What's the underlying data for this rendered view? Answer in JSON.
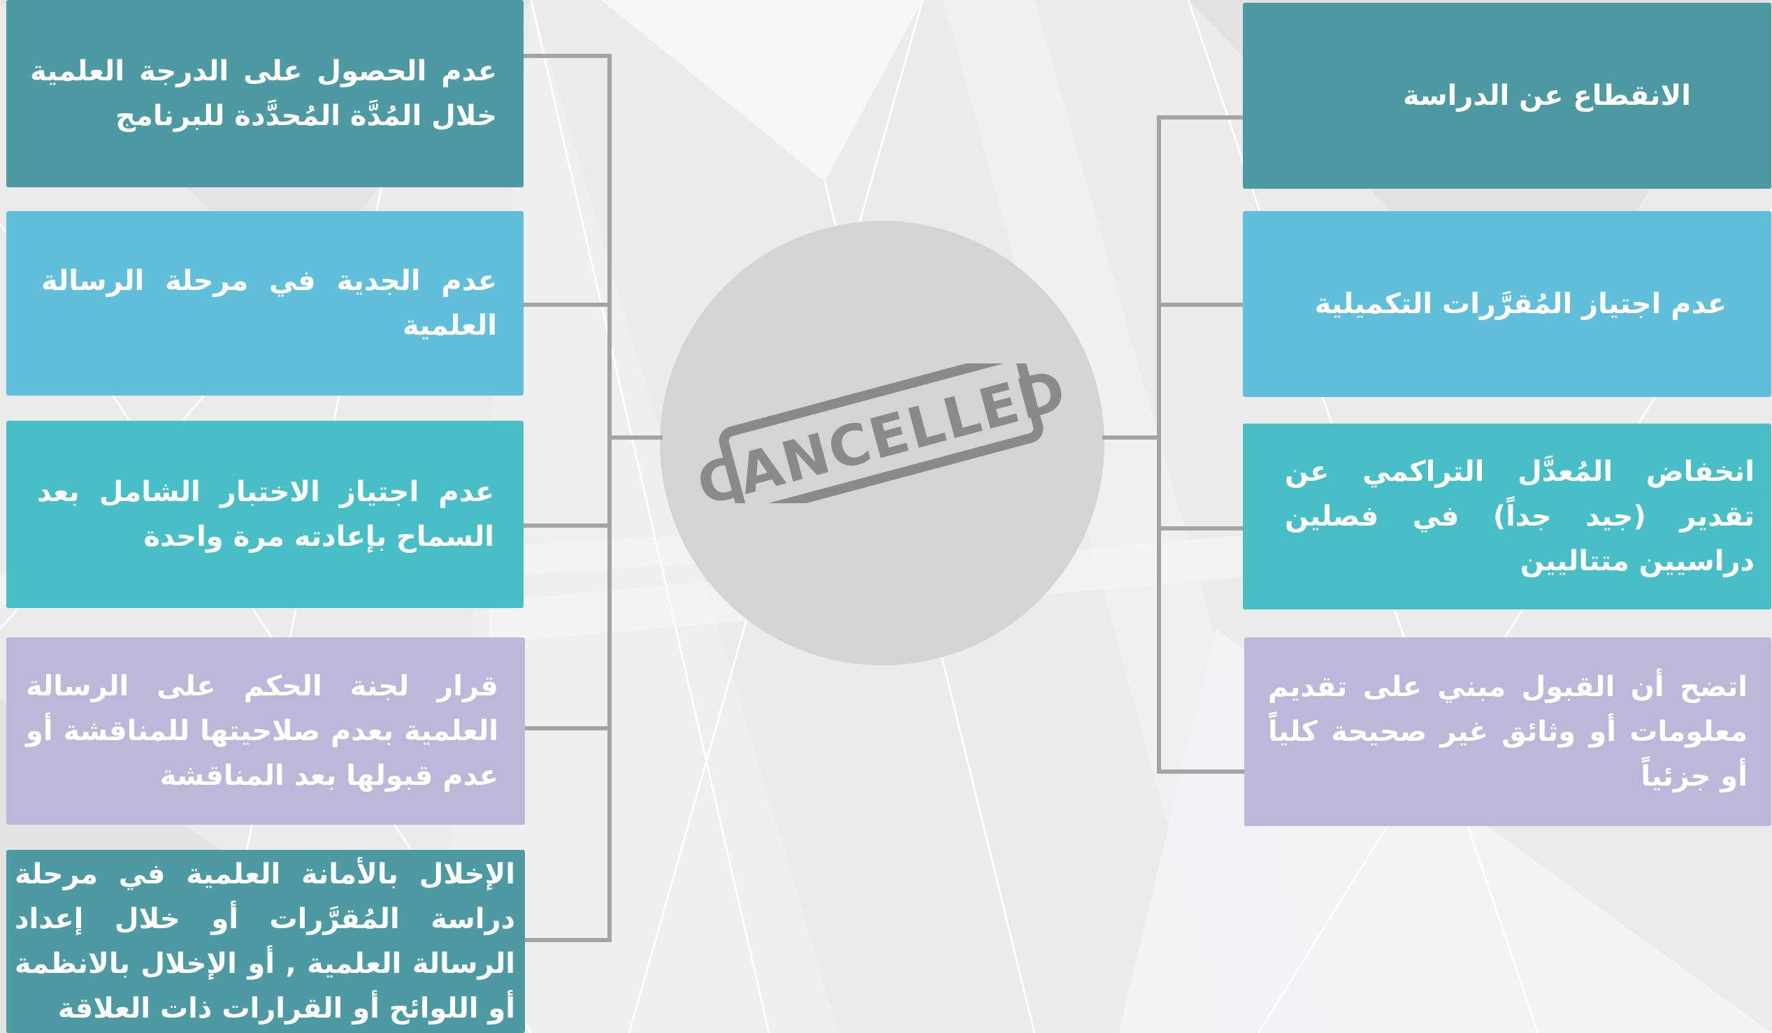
{
  "center": {
    "stamp_text": "CANCELLED",
    "stamp_color": "#8a8a8a"
  },
  "colors": {
    "teal_dark": "#4d9aa2",
    "sky": "#62bfdc",
    "turquoise": "#48bfc6",
    "lavender": "#bdb7da",
    "connector": "#a4a4a6"
  },
  "left_boxes": [
    {
      "text": "عدم الحصول على الدرجة العلمية خلال المُدَّة المُحدَّدة للبرنامج"
    },
    {
      "text": "عدم الجدية في مرحلة الرسالة العلمية"
    },
    {
      "text": "عدم اجتياز الاختبار الشامل بعد السماح بإعادته مرة واحدة"
    },
    {
      "text": "قرار لجنة الحكم على الرسالة العلمية بعدم صلاحيتها للمناقشة أو عدم قبولها بعد المناقشة"
    },
    {
      "text": "الإخلال بالأمانة العلمية في مرحلة دراسة المُقرَّرات أو خلال إعداد الرسالة العلمية , أو الإخلال بالانظمة أو اللوائح أو القرارات ذات العلاقة"
    }
  ],
  "right_boxes": [
    {
      "text": "الانقطاع عن الدراسة"
    },
    {
      "text": "عدم اجتياز المُقرَّرات التكميلية"
    },
    {
      "text": "انخفاض المُعدَّل التراكمي عن تقدير (جيد جداً) في فصلين دراسيين متتاليين"
    },
    {
      "text": "اتضح أن القبول مبني على تقديم معلومات أو وثائق غير صحيحة كلياً أو جزئياً"
    }
  ]
}
